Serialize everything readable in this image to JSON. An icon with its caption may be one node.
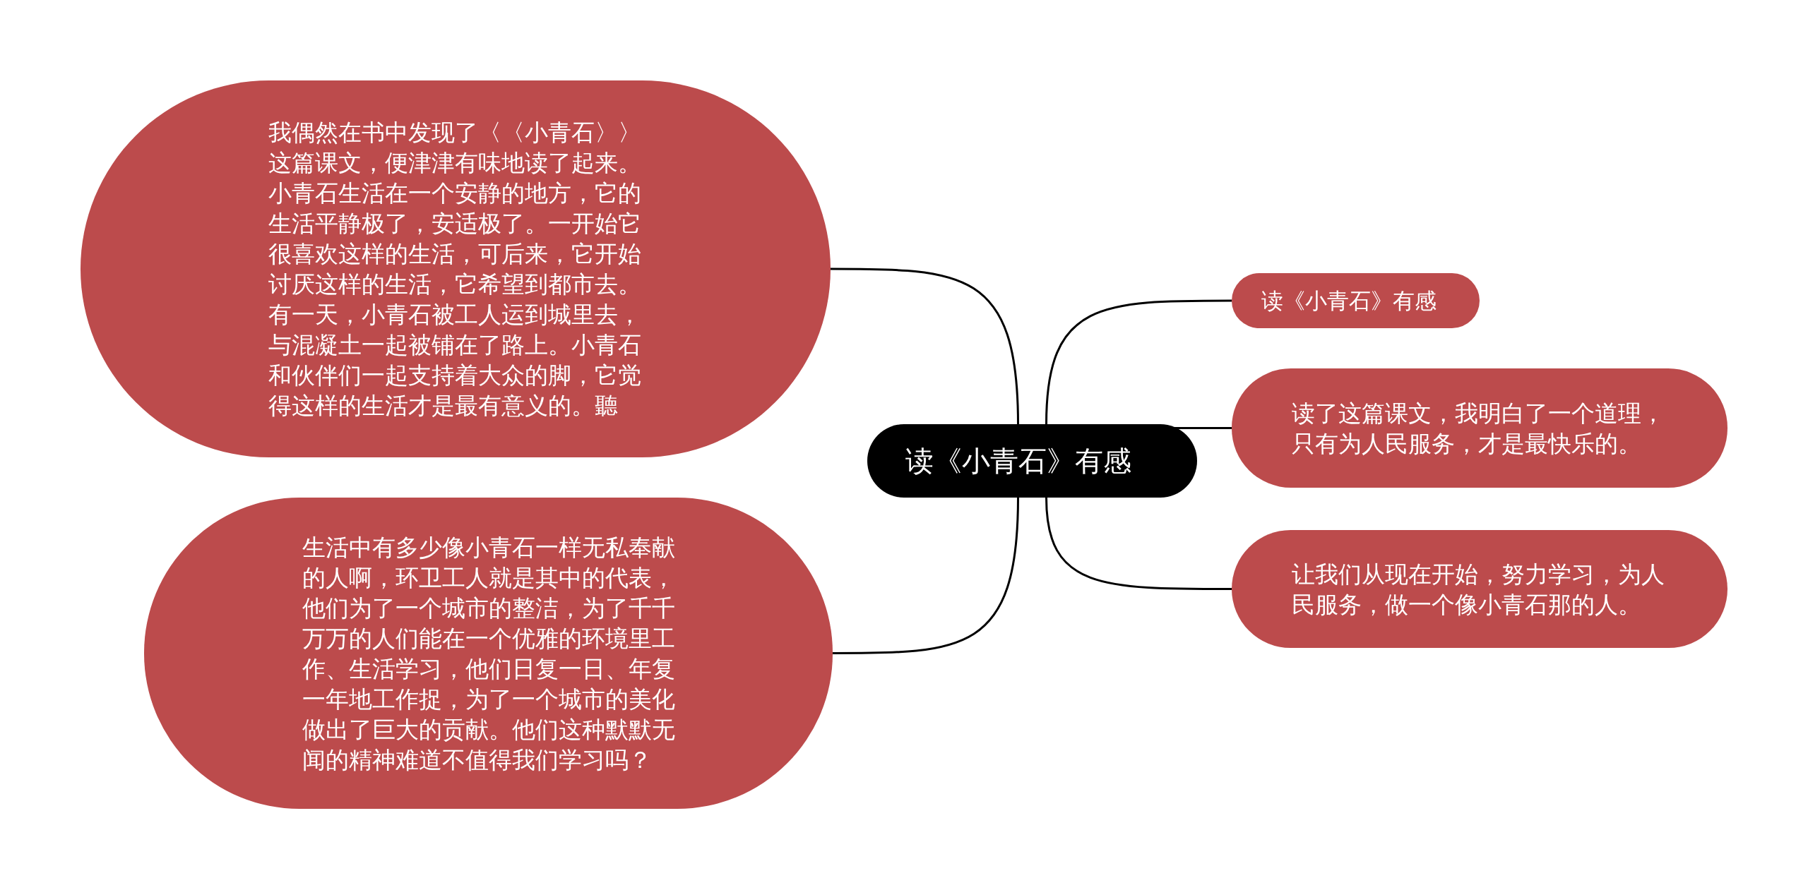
{
  "diagram": {
    "nodes": [
      {
        "text": [
          "读《小青石》有感"
        ]
      },
      {
        "text": [
          "我偶然在书中发现了〈〈小青石〉〉这篇课文，便津津有味地读了起来。小青石生活在一个安静的地方，它的生活平静极了，安适极了。一开始它很喜欢这样的生活，可后来，它开始讨厌这样的生活，它希望到都市去。有一天，小青石被工人运到城里去，与混凝土一起被铺在了路上。小青石和伙伴们一起支持着大众的脚，它觉得这样的生活才是最有意义的。聽"
        ]
      },
      {
        "text": [
          "生活中有多少像小青石一样无私奉献的人啊，环卫工人就是其中的代表，他们为了一个城市的整洁，为了千千万万的人们能在一个优雅的环境里工作、生活学习，他们日复一日、年复一年地工作捉，为了一个城市的美化做出了巨大的贡献。他们这种默默无闻的精神难道不值得我们学习吗？"
        ]
      },
      {
        "text": [
          "读《小青石》有感"
        ]
      },
      {
        "text": [
          "读了这篇课文，我明白了一个道理，只有为人民服务，才是最快乐的。"
        ]
      },
      {
        "text": [
          "让我们从现在开始，努力学习，为人民服务，做一个像小青石那的人。"
        ]
      }
    ],
    "edges": [
      {
        "from": 0,
        "to": 1,
        "arrow": "none"
      },
      {
        "from": 0,
        "to": 2,
        "arrow": "none"
      },
      {
        "from": 0,
        "to": 3,
        "arrow": "none"
      },
      {
        "from": 0,
        "to": 4,
        "arrow": "none"
      },
      {
        "from": 0,
        "to": 5,
        "arrow": "none"
      }
    ]
  }
}
